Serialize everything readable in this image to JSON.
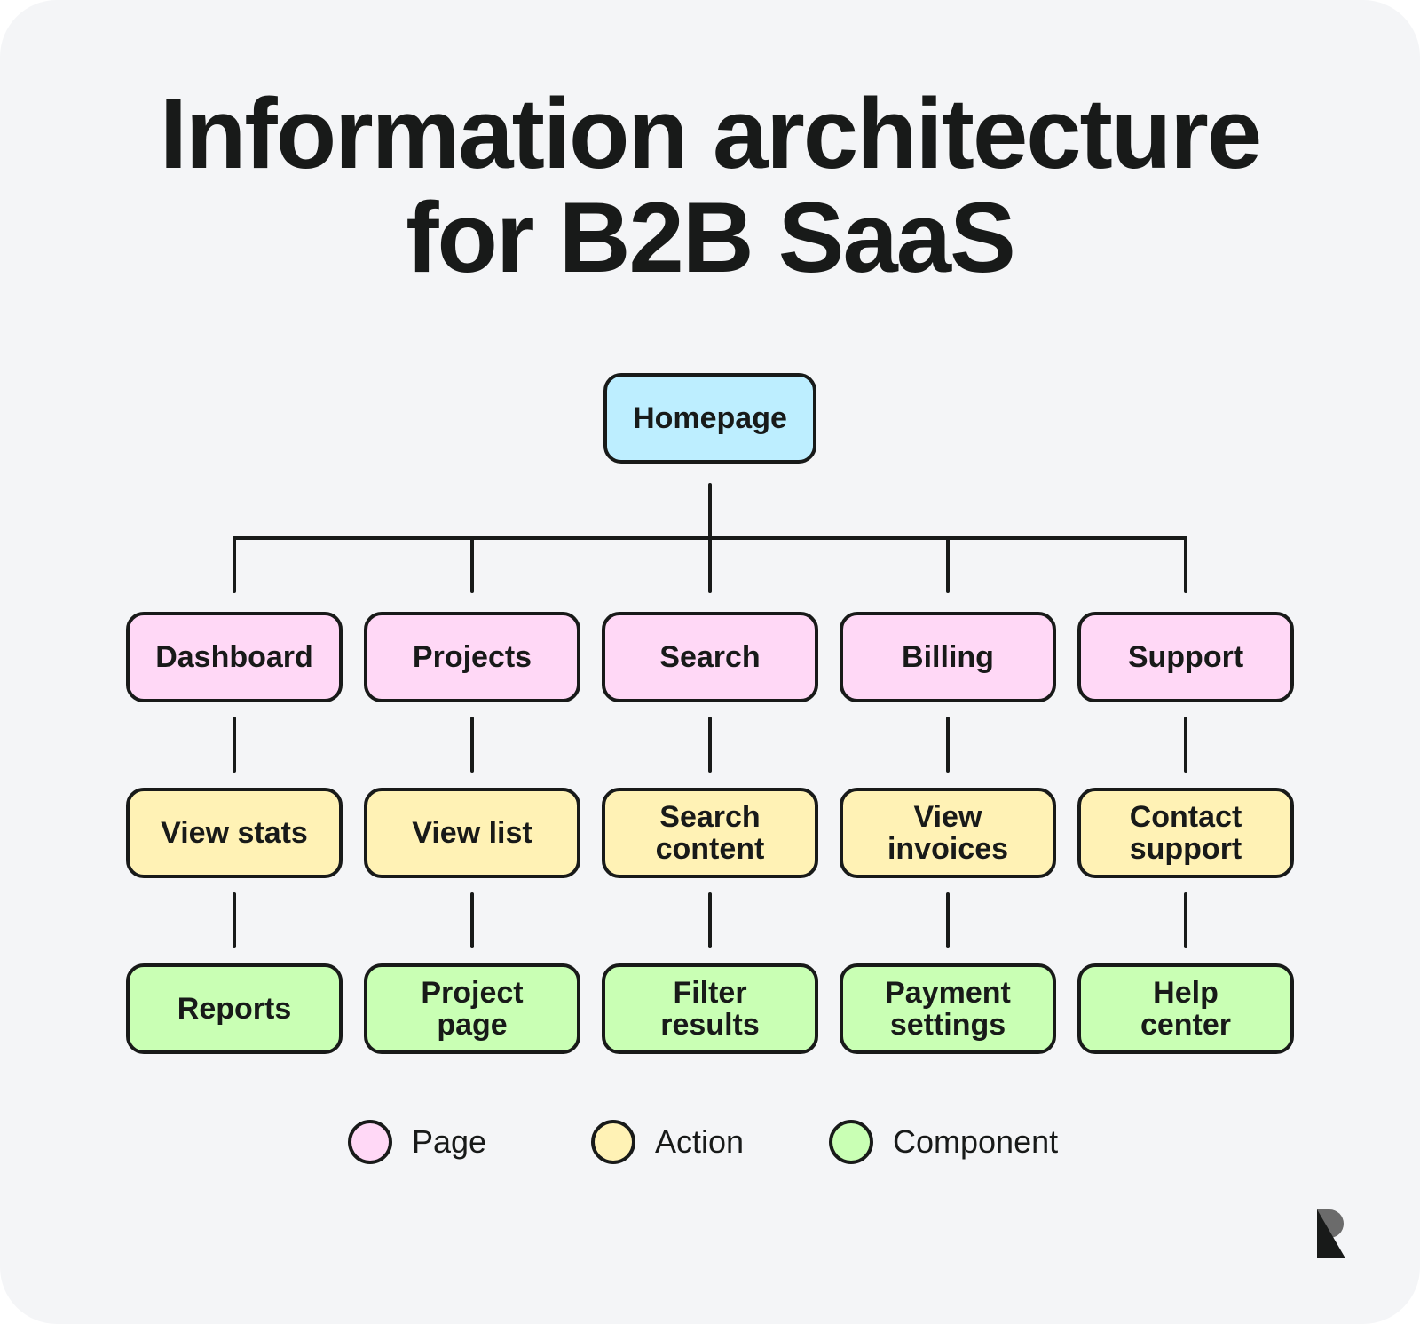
{
  "title": {
    "line1": "Information architecture",
    "line2": "for B2B SaaS"
  },
  "colors": {
    "root": "#bdeeff",
    "page": "#ffd8f6",
    "action": "#fff2b5",
    "component": "#c9ffb4",
    "stroke": "#181a19",
    "background": "#f4f5f7"
  },
  "tree": {
    "root": {
      "label": "Homepage",
      "type": "root"
    },
    "branches": [
      {
        "page": "Dashboard",
        "action": "View stats",
        "component": "Reports"
      },
      {
        "page": "Projects",
        "action": "View list",
        "component": "Project page"
      },
      {
        "page": "Search",
        "action": "Search content",
        "component": "Filter results"
      },
      {
        "page": "Billing",
        "action": "View invoices",
        "component": "Payment settings"
      },
      {
        "page": "Support",
        "action": "Contact support",
        "component": "Help center"
      }
    ]
  },
  "legend": [
    {
      "label": "Page",
      "type": "page"
    },
    {
      "label": "Action",
      "type": "action"
    },
    {
      "label": "Component",
      "type": "component"
    }
  ],
  "logo": {
    "name": "brand-logo-r"
  }
}
